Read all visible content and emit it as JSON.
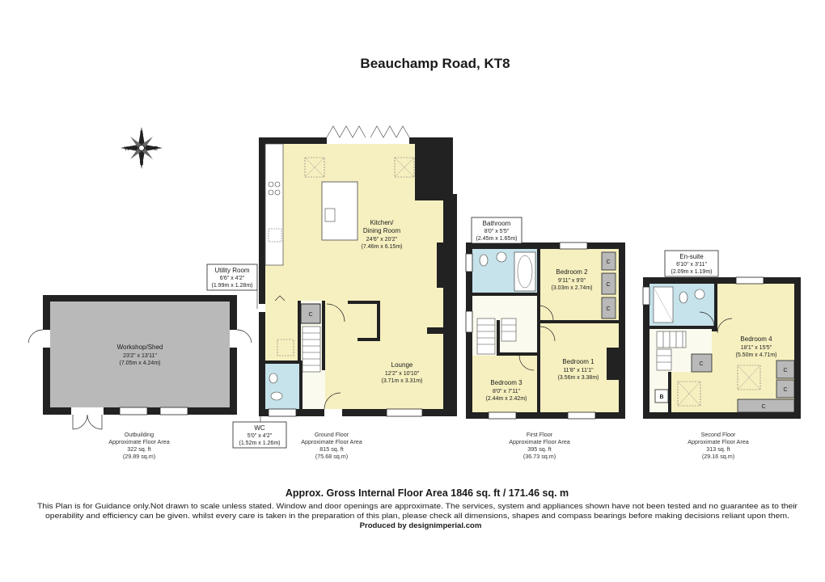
{
  "title": "Beauchamp Road, KT8",
  "compass": {
    "n": "N",
    "s": "S",
    "e": "E",
    "w": "W"
  },
  "colors": {
    "room_yellow": "#f6f0c0",
    "room_blue": "#c6e2ea",
    "room_grey": "#b9b9b9",
    "circulation": "#fbfaee",
    "wall": "#222222"
  },
  "rooms": {
    "kitchen": {
      "name1": "Kitchen/",
      "name2": "Dining Room",
      "imperial": "24'6\" x 20'2\"",
      "metric": "(7.46m x 6.15m)"
    },
    "lounge": {
      "name": "Lounge",
      "imperial": "12'2\" x 10'10\"",
      "metric": "(3.71m x 3.31m)"
    },
    "utility": {
      "name": "Utility Room",
      "imperial": "6'6\" x 4'2\"",
      "metric": "(1.99m x 1.28m)"
    },
    "wc": {
      "name": "WC",
      "imperial": "5'0\" x 4'2\"",
      "metric": "(1.52m x 1.26m)"
    },
    "workshop": {
      "name": "Workshop/Shed",
      "imperial": "23'2\" x 13'11\"",
      "metric": "(7.05m x 4.24m)"
    },
    "bathroom": {
      "name": "Bathroom",
      "imperial": "8'0\" x 5'5\"",
      "metric": "(2.45m x 1.65m)"
    },
    "bedroom2": {
      "name": "Bedroom 2",
      "imperial": "9'11\" x 9'0\"",
      "metric": "(3.03m x 2.74m)"
    },
    "bedroom1": {
      "name": "Bedroom 1",
      "imperial": "11'8\" x 11'1\"",
      "metric": "(3.56m x 3.38m)"
    },
    "bedroom3": {
      "name": "Bedroom 3",
      "imperial": "8'0\" x 7'11\"",
      "metric": "(2.44m x 2.42m)"
    },
    "ensuite": {
      "name": "En-suite",
      "imperial": "6'10\" x 3'11\"",
      "metric": "(2.09m x 1.19m)"
    },
    "bedroom4": {
      "name": "Bedroom 4",
      "imperial": "18'1\" x 15'5\"",
      "metric": "(5.50m x 4.71m)"
    }
  },
  "cupboard_label": "C",
  "boiler_label": "B",
  "floors": {
    "outbuilding": {
      "name": "Outbuilding",
      "area_label": "Approximate Floor Area",
      "sqft": "322 sq. ft",
      "sqm": "(29.89 sq.m)"
    },
    "ground": {
      "name": "Ground Floor",
      "area_label": "Approximate Floor Area",
      "sqft": "815 sq. ft",
      "sqm": "(75.68 sq.m)"
    },
    "first": {
      "name": "First Floor",
      "area_label": "Approximate Floor Area",
      "sqft": "395 sq. ft",
      "sqm": "(36.73 sq.m)"
    },
    "second": {
      "name": "Second Floor",
      "area_label": "Approximate Floor Area",
      "sqft": "313 sq. ft",
      "sqm": "(29.16 sq.m)"
    }
  },
  "footer": {
    "gross_area": "Approx. Gross Internal Floor Area 1846 sq. ft /  171.46 sq. m",
    "disclaimer_line1": "This Plan is for Guidance only.Not drawn to scale unless stated. Window and door openings are approximate. The services, system and appliances shown have not been tested and no guarantee as to their",
    "disclaimer_line2": "operability and efficiency can be given. whilst every care is taken in the preparation of this plan, please check all dimensions, shapes and compass bearings before making decisions reliant upon them.",
    "produced_by": "Produced by designimperial.com"
  }
}
